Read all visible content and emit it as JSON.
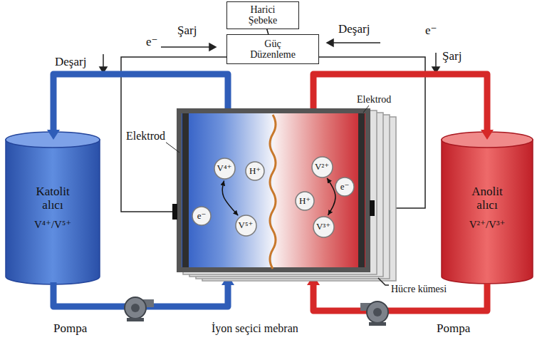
{
  "diagram": {
    "nodes": [
      {
        "text": [
          "Harici Şebeke"
        ]
      },
      {
        "text": [
          "Güç Düzenleme"
        ]
      },
      {
        "text": [
          "Katolit alıcı",
          "V⁴⁺/V⁵⁺"
        ]
      },
      {
        "text": [
          "Anolit alıcı",
          "V²⁺/V³⁺"
        ]
      },
      {
        "text": [
          "V⁴⁺"
        ]
      },
      {
        "text": [
          "H⁺"
        ]
      },
      {
        "text": [
          "e⁻"
        ]
      },
      {
        "text": [
          "V⁵⁺"
        ]
      },
      {
        "text": [
          "V²⁺"
        ]
      },
      {
        "text": [
          "H⁺"
        ]
      },
      {
        "text": [
          "e⁻"
        ]
      },
      {
        "text": [
          "V³⁺"
        ]
      }
    ],
    "edges": [
      {
        "from": 0,
        "to": 1,
        "arrow": "none"
      },
      {
        "from": 4,
        "to": 7,
        "arrow": "both"
      },
      {
        "from": 8,
        "to": 11,
        "arrow": "both"
      }
    ],
    "labels": [
      "Deşarj",
      "e⁻",
      "Şarj",
      "Deşarj",
      "e⁻",
      "Şarj",
      "Elektrod",
      "Elektrod",
      "Hücre kümesi",
      "İyon seçici mebran",
      "Pompa",
      "Pompa"
    ]
  }
}
